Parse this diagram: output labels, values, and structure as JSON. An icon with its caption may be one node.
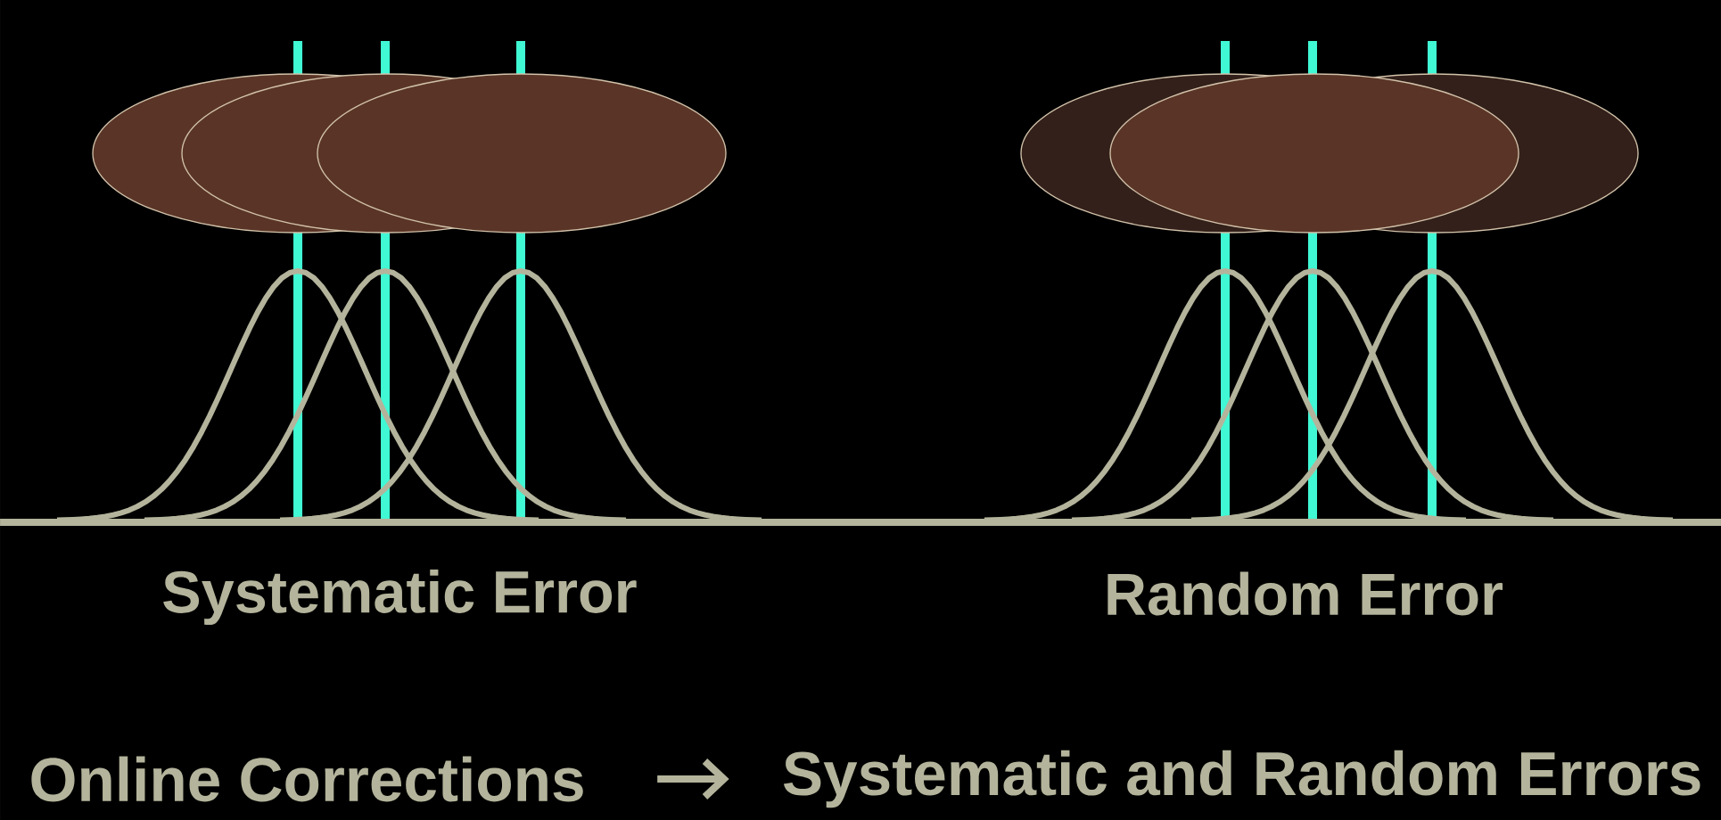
{
  "diagram": {
    "nodes": [
      {
        "text": [
          "Online Corrections"
        ]
      },
      {
        "text": [
          "Systematic and Random Errors"
        ]
      }
    ],
    "edges": [
      {
        "from": 0,
        "to": 1,
        "arrow": "to"
      }
    ],
    "labels": [
      "Systematic Error",
      "Random Error"
    ]
  }
}
